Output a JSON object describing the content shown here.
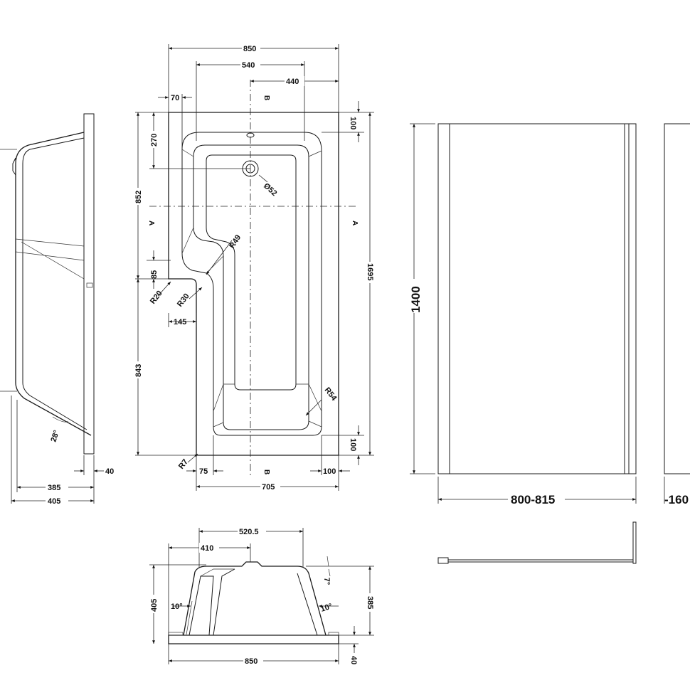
{
  "drawing": {
    "labels": {
      "w850_top": "850",
      "w540": "540",
      "w440": "440",
      "w70": "70",
      "sec_b_top": "B",
      "sec_b_bot": "B",
      "sec_a_left": "A",
      "sec_a_right": "A",
      "h100_top": "100",
      "h270": "270",
      "d52": "Ø52",
      "h852": "852",
      "r49": "R49",
      "h1695": "1695",
      "h85": "85",
      "r20": "R20",
      "r30": "R30",
      "w145": "145",
      "h843": "843",
      "r54": "R54",
      "h100_bot": "100",
      "r7": "R7",
      "w75": "75",
      "w100": "100",
      "w705": "705",
      "ang28": "28°",
      "w40_side": "40",
      "w385_side": "385",
      "w405_side": "405",
      "w520_5": "520.5",
      "w410": "410",
      "ang7": "7°",
      "h405_end": "405",
      "ang10_l": "10°",
      "ang10_r": "10°",
      "h385_end": "385",
      "h40_end": "40",
      "w850_end": "850",
      "screen_h": "1400",
      "screen_w": "800-815",
      "screen2_w": "-160"
    }
  }
}
